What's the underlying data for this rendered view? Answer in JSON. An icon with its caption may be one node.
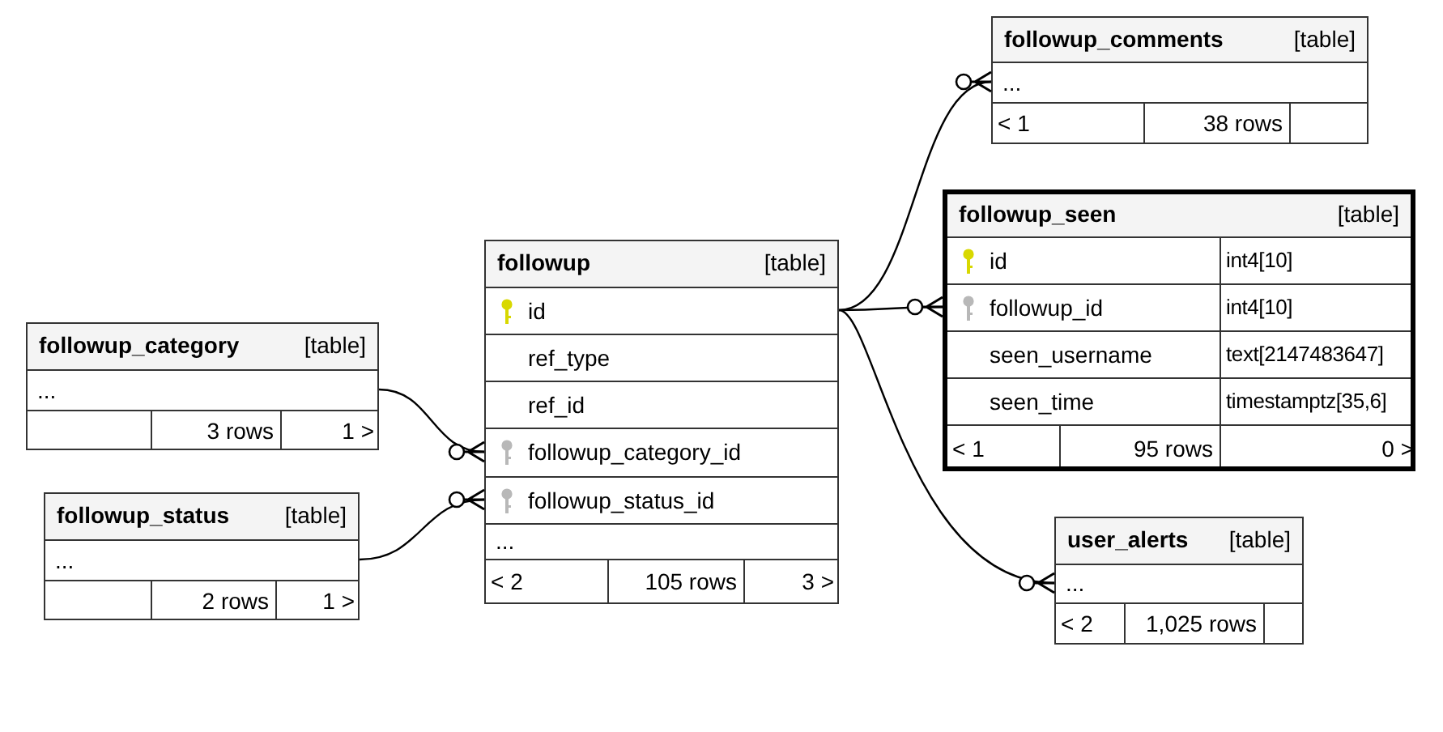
{
  "diagram": {
    "nodes": [
      {
        "text": [
          "followup_comments",
          "[table]"
        ]
      },
      {
        "text": [
          "..."
        ],
        "in": 0
      },
      {
        "text": [
          "< 1",
          "38 rows"
        ],
        "in": 0
      },
      {
        "text": [
          "followup_seen",
          "[table]"
        ]
      },
      {
        "text": [
          "id",
          "int4[10]"
        ],
        "in": 3
      },
      {
        "text": [
          "followup_id",
          "int4[10]"
        ],
        "in": 3
      },
      {
        "text": [
          "seen_username",
          "text[2147483647]"
        ],
        "in": 3
      },
      {
        "text": [
          "seen_time",
          "timestamptz[35,6]"
        ],
        "in": 3
      },
      {
        "text": [
          "< 1",
          "95 rows",
          "0 >"
        ],
        "in": 3
      },
      {
        "text": [
          "followup",
          "[table]"
        ]
      },
      {
        "text": [
          "id"
        ],
        "in": 9
      },
      {
        "text": [
          "ref_type"
        ],
        "in": 9
      },
      {
        "text": [
          "ref_id"
        ],
        "in": 9
      },
      {
        "text": [
          "followup_category_id"
        ],
        "in": 9
      },
      {
        "text": [
          "followup_status_id"
        ],
        "in": 9
      },
      {
        "text": [
          "..."
        ],
        "in": 9
      },
      {
        "text": [
          "< 2",
          "105 rows",
          "3 >"
        ],
        "in": 9
      },
      {
        "text": [
          "followup_category",
          "[table]"
        ]
      },
      {
        "text": [
          "..."
        ],
        "in": 17
      },
      {
        "text": [
          "3 rows",
          "1 >"
        ],
        "in": 17
      },
      {
        "text": [
          "followup_status",
          "[table]"
        ]
      },
      {
        "text": [
          "..."
        ],
        "in": 20
      },
      {
        "text": [
          "2 rows",
          "1 >"
        ],
        "in": 20
      },
      {
        "text": [
          "user_alerts",
          "[table]"
        ]
      },
      {
        "text": [
          "..."
        ],
        "in": 23
      },
      {
        "text": [
          "< 2",
          "1,025 rows"
        ],
        "in": 23
      }
    ],
    "edges": [
      {
        "from": 10,
        "to": 1,
        "arrow": "other"
      },
      {
        "from": 10,
        "to": 5,
        "arrow": "other"
      },
      {
        "from": 10,
        "to": 24,
        "arrow": "other"
      },
      {
        "from": 18,
        "to": 13,
        "arrow": "other"
      },
      {
        "from": 21,
        "to": 14,
        "arrow": "other"
      }
    ]
  }
}
